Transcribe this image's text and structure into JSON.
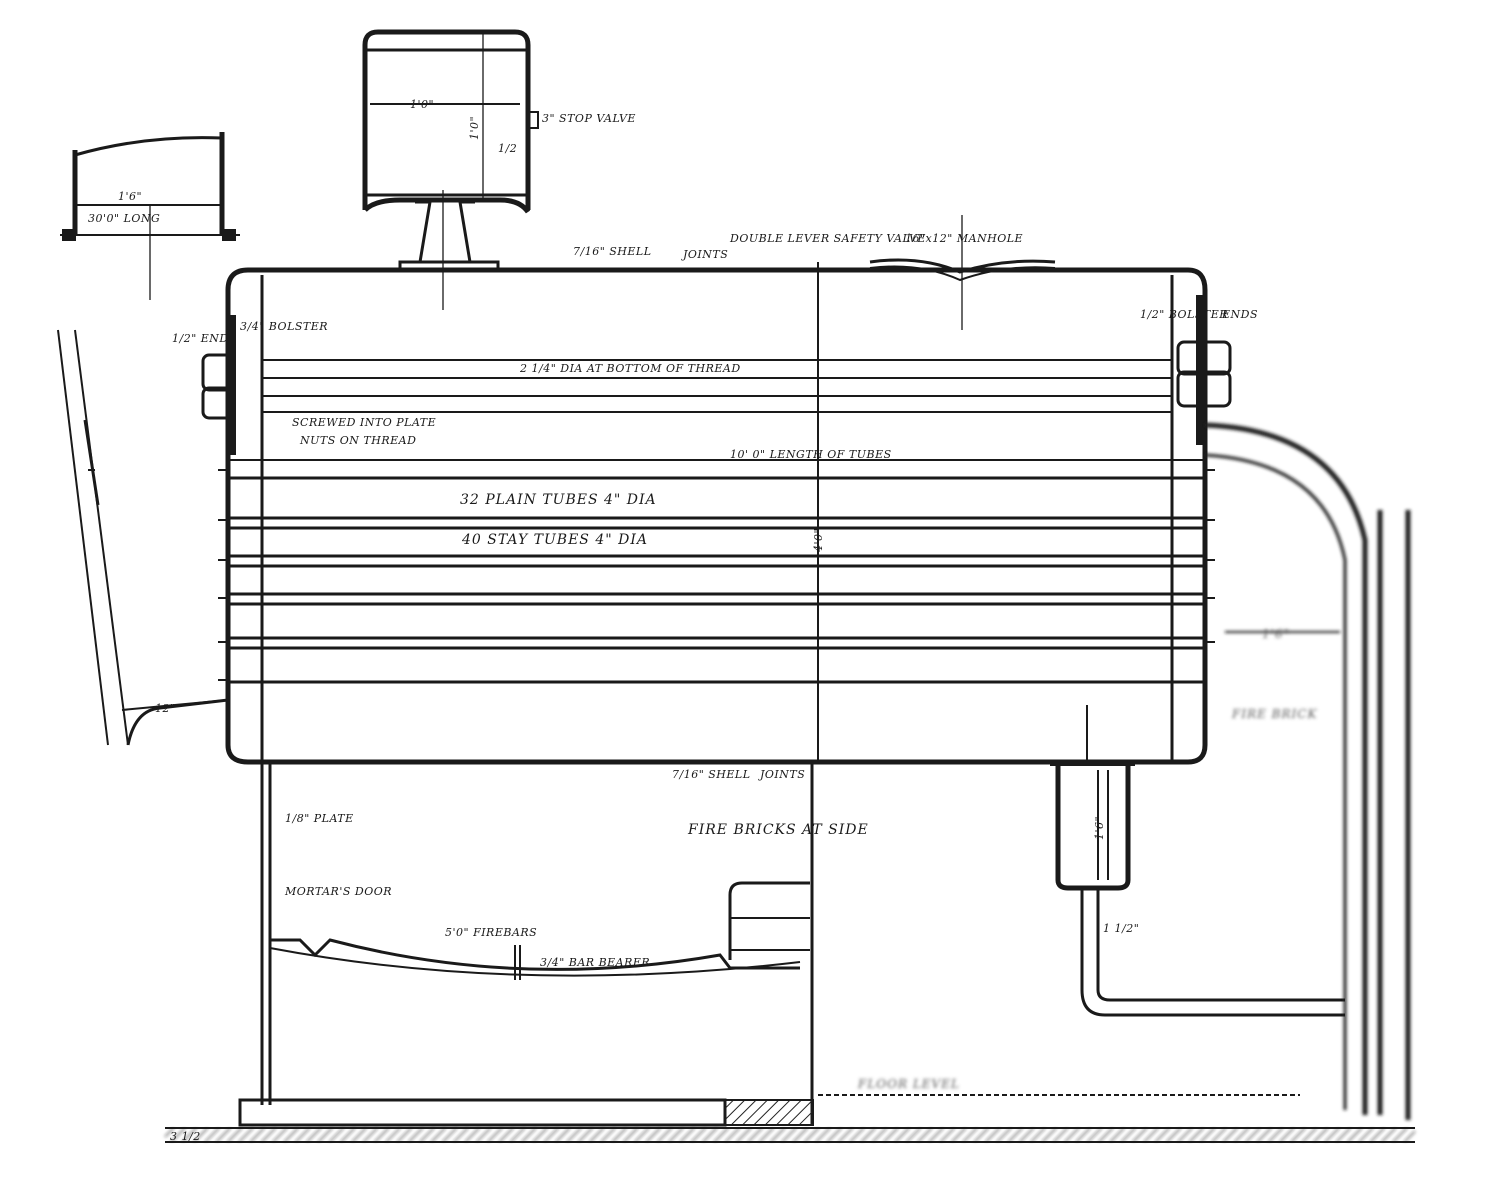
{
  "labels": {
    "superheater_dim_width": "1'0\"",
    "superheater_dim_height": "1'0\"",
    "superheater_dim_plate": "1/2",
    "superheater_plates": "3\" STOP VALVE",
    "chimney_width": "1'6\"",
    "chimney_length": "30'0\" LONG",
    "shell_plate_top": "7/16\" SHELL",
    "joint_top": "JOINTS",
    "safety_valve": "DOUBLE LEVER SAFETY VALVE",
    "manhole": "16\"x12\" MANHOLE",
    "end_plate_left": "1/2\" END",
    "bolster_left": "3/4\" BOLSTER",
    "end_plate_right": "1/2\" BOLSTER",
    "end_right": "ENDS",
    "stay_diameter": "2 1/4\" DIA AT BOTTOM OF THREAD",
    "screwed_plate": "SCREWED INTO PLATE",
    "nuts_note": "NUTS ON THREAD",
    "tube_length": "10' 0\" LENGTH OF TUBES",
    "plain_tubes": "32 PLAIN TUBES 4\" DIA",
    "stay_tubes": "40 STAY TUBES 4\" DIA",
    "shell_diameter": "4'0\"",
    "shell_plate_bottom": "7/16\" SHELL",
    "joint_bottom": "JOINTS",
    "plate": "1/8\" PLATE",
    "fire_bricks": "FIRE BRICKS AT SIDE",
    "mortar_door": "MORTAR'S DOOR",
    "firebars": "5'0\" FIREBARS",
    "bearer": "3/4\" BAR BEARER",
    "blowoff_dim": "1'6\"",
    "pipe_dim": "1 1/2\"",
    "chimney_base_dim": "12\"",
    "fire_brick_right": "FIRE BRICK",
    "side_dim": "1'6\"",
    "floor_label": "FLOOR LEVEL",
    "scale": "3 1/2"
  }
}
